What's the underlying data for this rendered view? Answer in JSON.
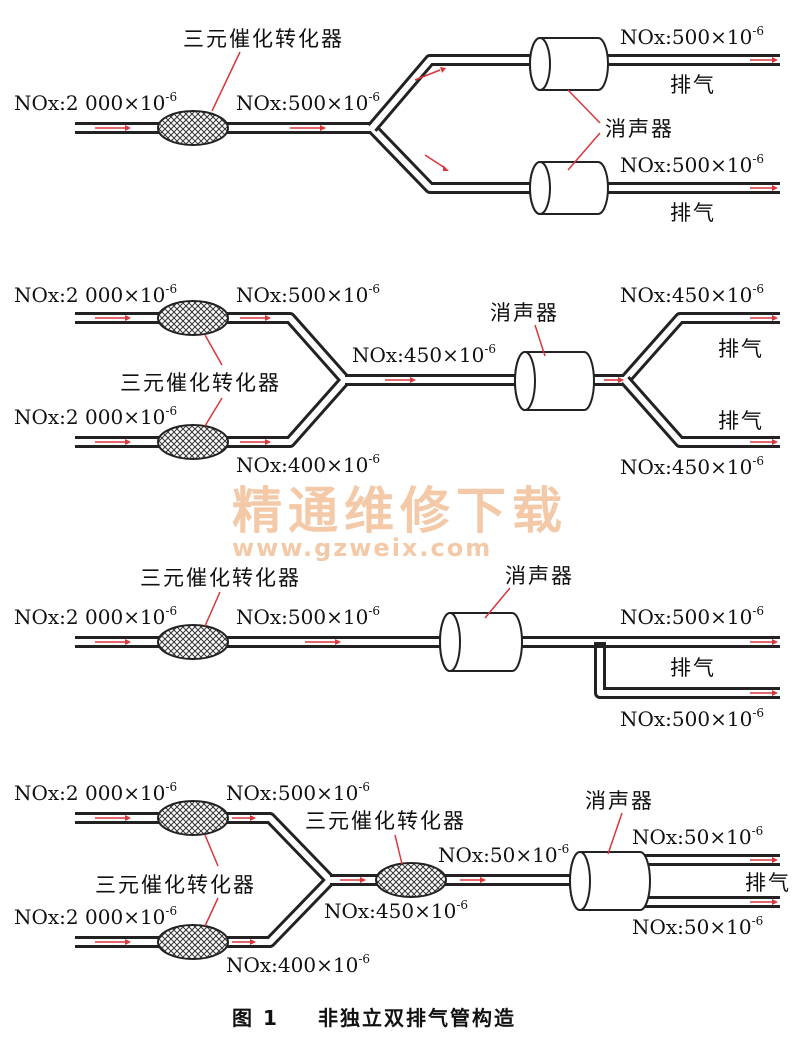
{
  "labels": {
    "converter": "三元催化转化器",
    "muffler": "消声器",
    "exhaust": "排气",
    "nox_prefix": "NOx:",
    "times": "×10",
    "exp": "-6"
  },
  "diagrams": [
    {
      "id": "d1",
      "inlet": [
        "2 000"
      ],
      "after_converter": [
        "500"
      ],
      "outlets": [
        "500",
        "500"
      ]
    },
    {
      "id": "d2",
      "inlet": [
        "2 000",
        "2 000"
      ],
      "after_converter": [
        "500",
        "400"
      ],
      "merged": "450",
      "outlets": [
        "450",
        "450"
      ]
    },
    {
      "id": "d3",
      "inlet": [
        "2 000"
      ],
      "after_converter": [
        "500"
      ],
      "outlets": [
        "500",
        "500"
      ]
    },
    {
      "id": "d4",
      "inlet": [
        "2 000",
        "2 000"
      ],
      "after_converter": [
        "500",
        "400"
      ],
      "merged": "450",
      "after_second_converter": "50",
      "outlets": [
        "50",
        "50"
      ]
    }
  ],
  "watermark": {
    "line1": "精通维修下载",
    "line2": "www.gzweix.com"
  },
  "caption": {
    "figure": "图 1",
    "title": "非独立双排气管构造"
  },
  "colors": {
    "arrow": "#d9363e",
    "watermark": "#f3c9a8"
  }
}
